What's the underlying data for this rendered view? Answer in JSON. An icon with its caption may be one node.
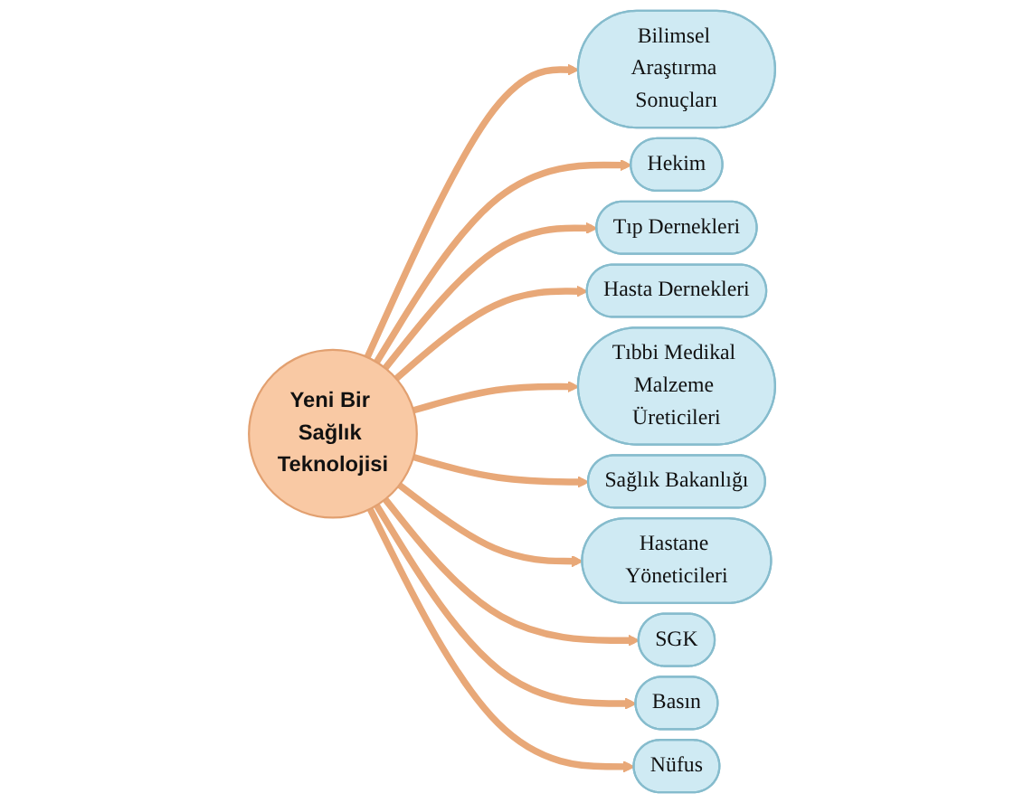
{
  "diagram": {
    "nodes": [
      {
        "text": [
          "Yeni Bir Sağlık Teknolojisi"
        ]
      },
      {
        "text": [
          "Bilimsel Araştırma Sonuçları"
        ]
      },
      {
        "text": [
          "Hekim"
        ]
      },
      {
        "text": [
          "Tıp Dernekleri"
        ]
      },
      {
        "text": [
          "Hasta Dernekleri"
        ]
      },
      {
        "text": [
          "Tıbbi Medikal Malzeme Üreticileri"
        ]
      },
      {
        "text": [
          "Sağlık Bakanlığı"
        ]
      },
      {
        "text": [
          "Hastane Yöneticileri"
        ]
      },
      {
        "text": [
          "SGK"
        ]
      },
      {
        "text": [
          "Basın"
        ]
      },
      {
        "text": [
          "Nüfus"
        ]
      }
    ],
    "edges": [
      {
        "from": 0,
        "to": 1,
        "arrow": "to"
      },
      {
        "from": 0,
        "to": 2,
        "arrow": "to"
      },
      {
        "from": 0,
        "to": 3,
        "arrow": "to"
      },
      {
        "from": 0,
        "to": 4,
        "arrow": "to"
      },
      {
        "from": 0,
        "to": 5,
        "arrow": "to"
      },
      {
        "from": 0,
        "to": 6,
        "arrow": "to"
      },
      {
        "from": 0,
        "to": 7,
        "arrow": "to"
      },
      {
        "from": 0,
        "to": 8,
        "arrow": "to"
      },
      {
        "from": 0,
        "to": 9,
        "arrow": "to"
      },
      {
        "from": 0,
        "to": 10,
        "arrow": "to"
      }
    ]
  }
}
